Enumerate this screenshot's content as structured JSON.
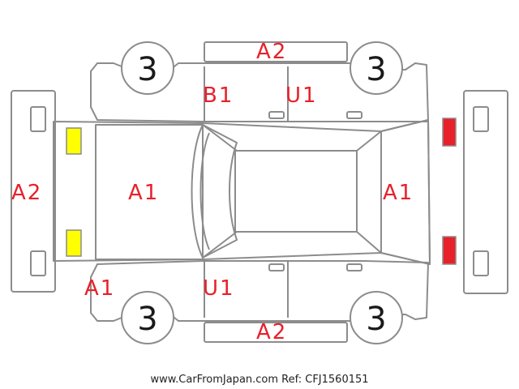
{
  "colors": {
    "outline": "#8c8c8c",
    "damage_code": "#e8202a",
    "light_front": "#ffff00",
    "light_rear": "#e8202a"
  },
  "labels": {
    "roof_top": "A2",
    "roof_bottom": "A2",
    "front_bumper": "A2",
    "hood": "A1",
    "trunk": "A1",
    "front_corner": "A1",
    "front_left_door": "B1",
    "rear_left_door": "U1",
    "front_right_door": "U1"
  },
  "wheels": {
    "front_left": "3",
    "rear_left": "3",
    "front_right": "3",
    "rear_right": "3"
  },
  "footer": {
    "text": "www.CarFromJapan.com Ref: CFJ1560151"
  }
}
